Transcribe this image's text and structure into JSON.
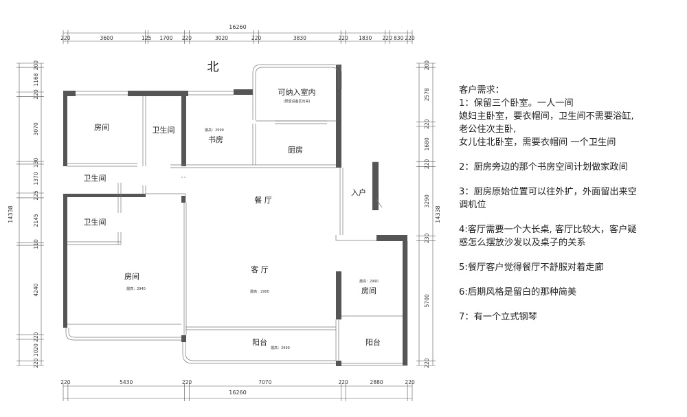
{
  "plan": {
    "north_label": "北",
    "dims_top": {
      "total": "16260",
      "segments": [
        "220",
        "3600",
        "125",
        "1700",
        "220",
        "3020",
        "220",
        "3830",
        "220",
        "1830",
        "220",
        "830",
        "220"
      ]
    },
    "dims_bottom": {
      "total": "16260",
      "segments": [
        "220",
        "5430",
        "220",
        "7070",
        "220",
        "2880",
        "220"
      ]
    },
    "dims_left": {
      "total": "14338",
      "segments": [
        "200",
        "1168",
        "220",
        "3070",
        "130",
        "1370",
        "225",
        "2145",
        "110",
        "4240",
        "220",
        "1020",
        "220"
      ]
    },
    "dims_right": {
      "total": "14338",
      "segments": [
        "200",
        "2578",
        "220",
        "1680",
        "220",
        "3290",
        "230",
        "5700",
        "220"
      ]
    },
    "rooms": {
      "room_nw": "房间",
      "bath_1": "卫生间",
      "study": "书房",
      "study_height": "層高：2990",
      "walkin": "可纳入室内",
      "walkin_note": "(预留设备区出来)",
      "kitchen": "厨房",
      "bath_2": "卫生间",
      "bath_3": "卫生间",
      "dining": "餐 厅",
      "entry": "入户",
      "master": "房间",
      "master_height": "層高：2940",
      "living": "客 厅",
      "living_height": "層高：2900",
      "room_se": "房间",
      "room_se_height": "層高：2990",
      "balcony_1": "阳台",
      "balcony_1_height": "層高：2990",
      "balcony_2": "阳台"
    }
  },
  "notes": {
    "title": "客户需求：",
    "n1_line1": "1：保留三个卧室。一人一间",
    "n1_line2": "媳妇主卧室，要衣帽间，卫生间不需要浴缸,",
    "n1_line3": "老公住次主卧,",
    "n1_line4": "女儿住北卧室，需要衣帽间 一个卫生间",
    "n2": "2：厨房旁边的那个书房空间计划做家政间",
    "n3_line1": "3：厨房原始位置可以往外扩，外面留出来空",
    "n3_line2": "调机位",
    "n4_line1": "4:客厅需要一个大长桌, 客厅比较大，客户疑",
    "n4_line2": "惑怎么摆放沙发以及桌子的关系",
    "n5": "5:餐厅客户觉得餐厅不舒服对着走廊",
    "n6": "6:后期风格是留白的那种简美",
    "n7": "7：有一个立式钢琴"
  }
}
